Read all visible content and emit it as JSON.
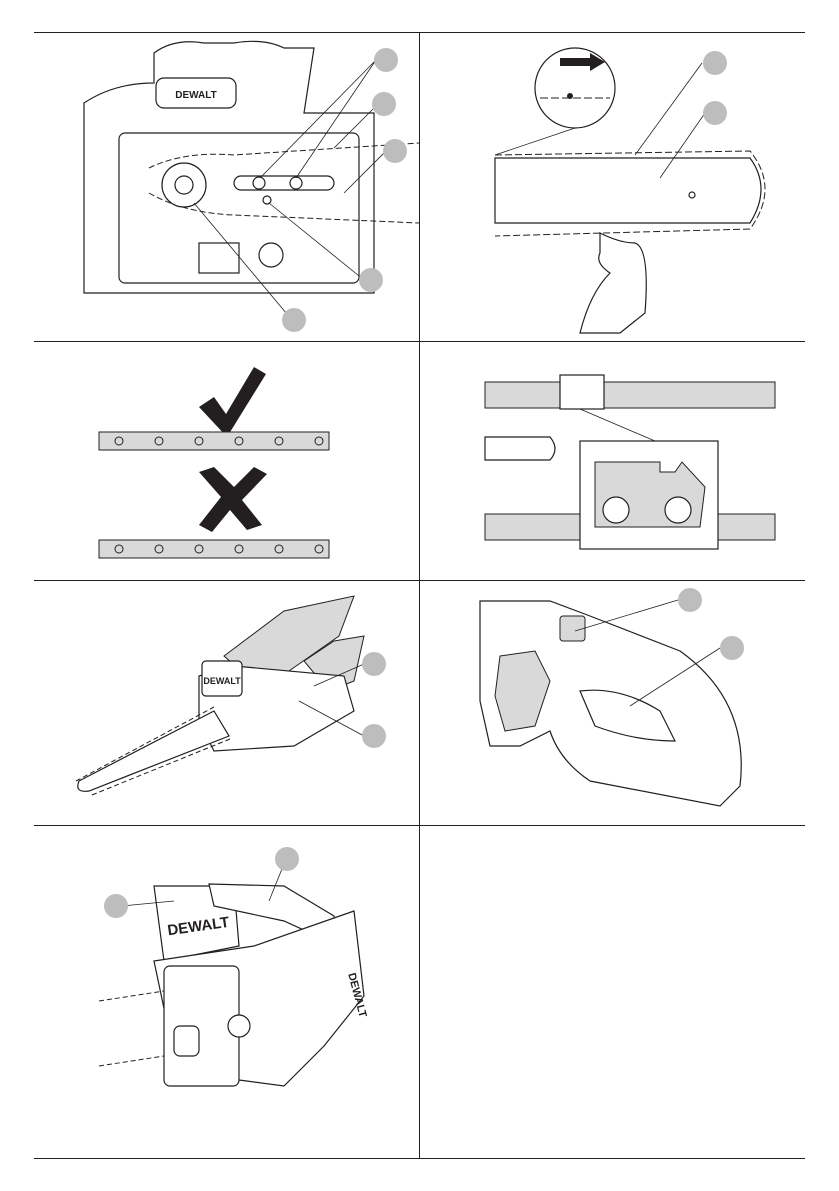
{
  "brand": {
    "logo_text": "DEWALT"
  },
  "colors": {
    "ink": "#231f20",
    "callout_fill": "#bdbdbd",
    "background": "#ffffff"
  },
  "panels": [
    {
      "id": "bar-cover-sprocket",
      "callouts": 5,
      "icons": [
        "chain-icon",
        "sprocket-icon",
        "bar-icon"
      ]
    },
    {
      "id": "chain-direction",
      "callouts": 2,
      "icons": [
        "direction-arrow-icon",
        "chain-icon",
        "hand-icon"
      ]
    },
    {
      "id": "chain-orientation-check",
      "callouts": 0,
      "icons": [
        "checkmark-icon",
        "cross-icon",
        "chain-icon"
      ]
    },
    {
      "id": "chain-link-detail",
      "callouts": 0,
      "icons": [
        "magnifier-box-icon",
        "chain-icon"
      ]
    },
    {
      "id": "two-hand-grip",
      "callouts": 2,
      "icons": [
        "glove-icon",
        "chainsaw-icon"
      ]
    },
    {
      "id": "rear-handle",
      "callouts": 2,
      "icons": [
        "handle-icon",
        "trigger-icon"
      ]
    },
    {
      "id": "front-handle-guard",
      "callouts": 2,
      "icons": [
        "chainsaw-icon",
        "handle-icon"
      ]
    },
    {
      "id": "empty",
      "callouts": 0,
      "icons": []
    }
  ]
}
